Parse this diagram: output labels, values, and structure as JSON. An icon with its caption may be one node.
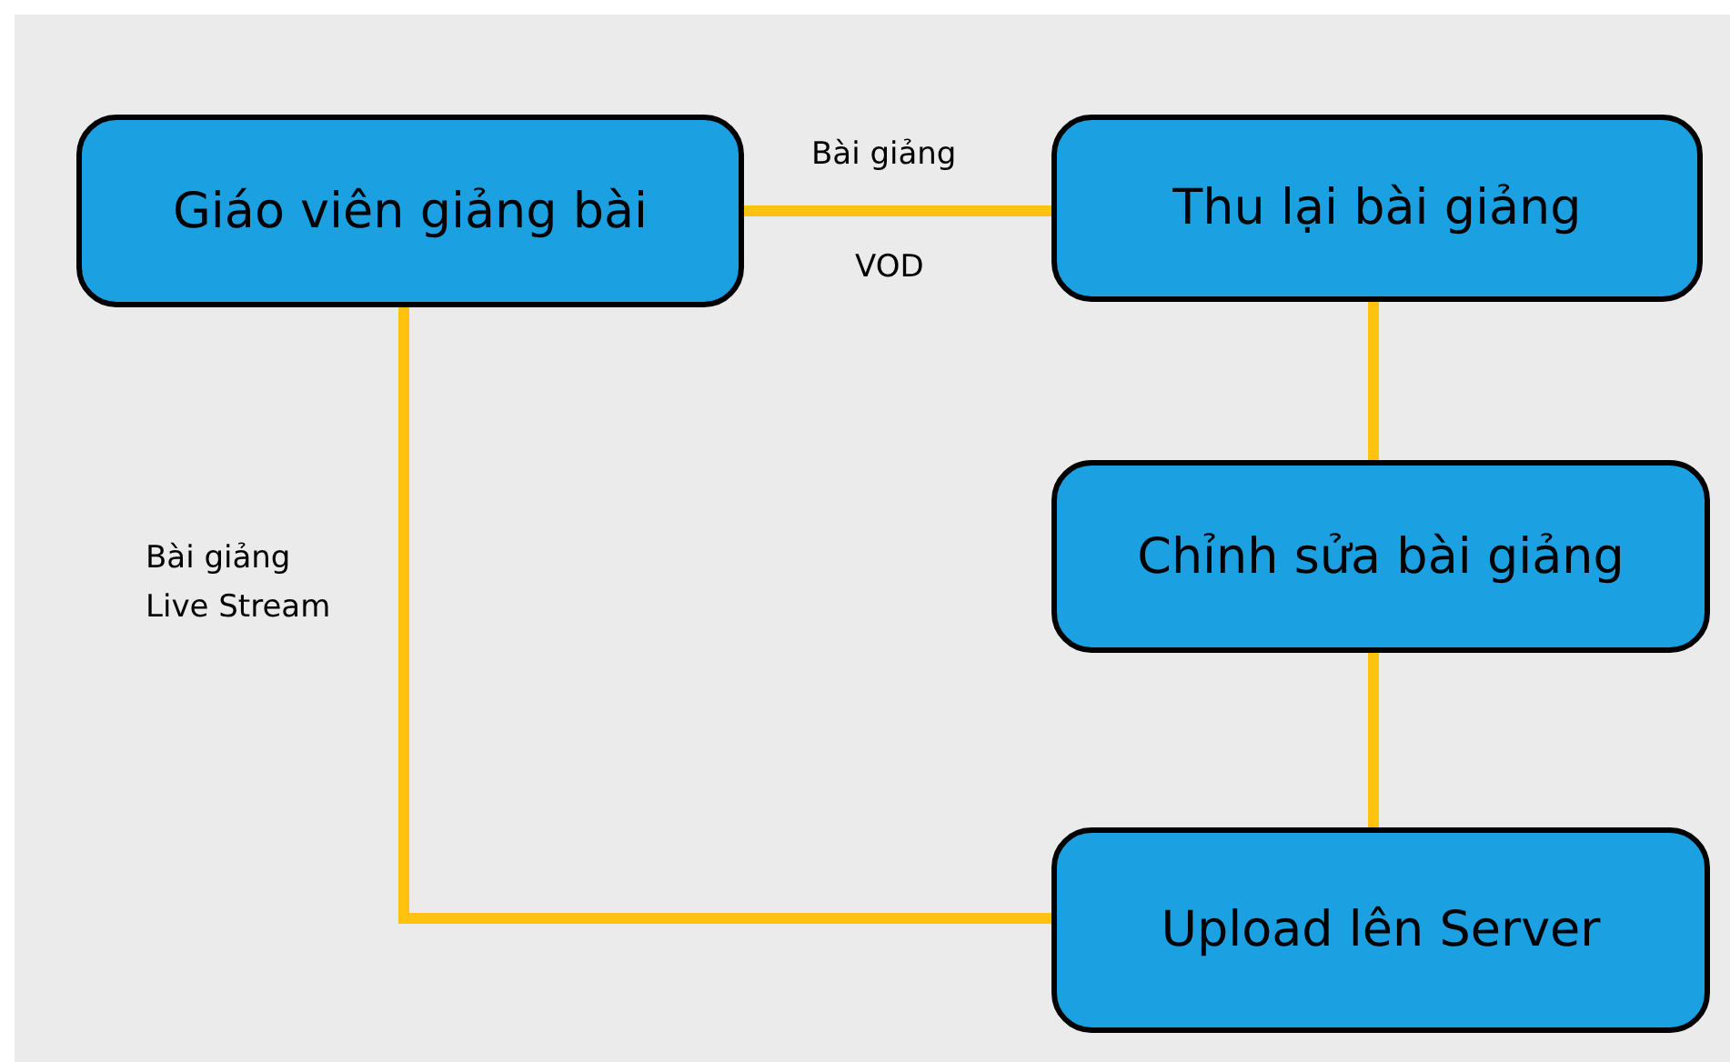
{
  "diagram": {
    "nodes": [
      {
        "text": [
          "Giáo viên giảng bài"
        ]
      },
      {
        "text": [
          "Thu lại bài giảng"
        ]
      },
      {
        "text": [
          "Chỉnh sửa bài giảng"
        ]
      },
      {
        "text": [
          "Upload lên Server"
        ]
      }
    ],
    "edges": [
      {
        "from": 0,
        "to": 1,
        "arrow": "none",
        "label": "Bài giảng"
      },
      {
        "from": 1,
        "to": 2,
        "arrow": "none"
      },
      {
        "from": 2,
        "to": 3,
        "arrow": "none"
      },
      {
        "from": 0,
        "to": 3,
        "arrow": "none",
        "label": "Bài giảng Live Stream"
      }
    ],
    "labels": [
      "VOD"
    ]
  }
}
